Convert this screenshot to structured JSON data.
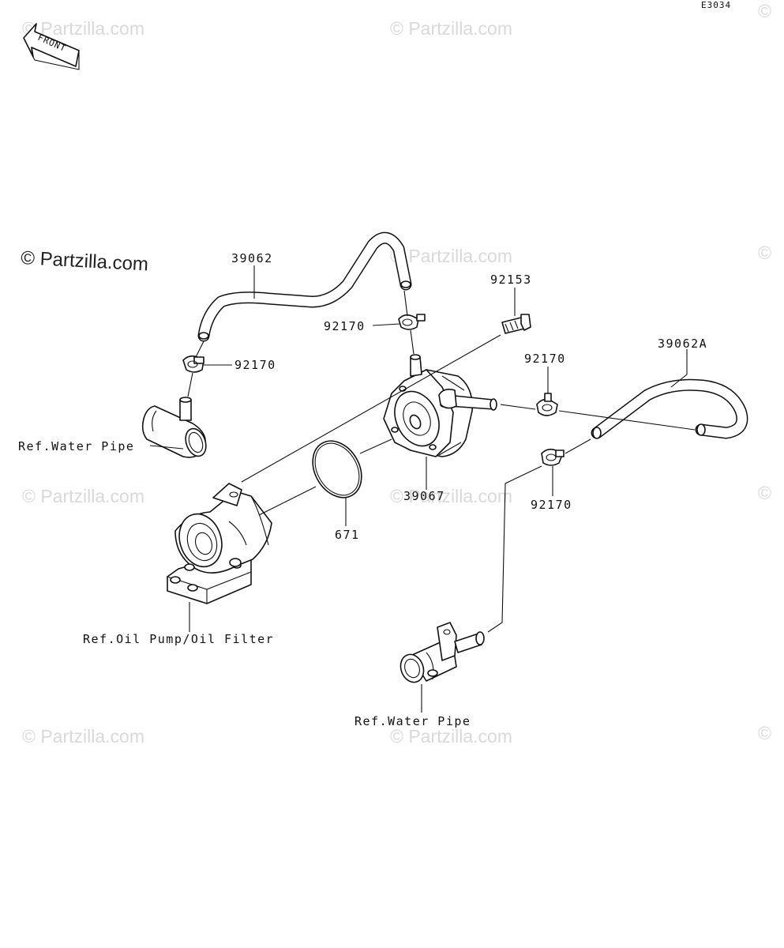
{
  "diagram_code": "E3034",
  "front_label": "FRONT",
  "copyright_main": "© Partzilla.com",
  "watermark_text": "© Partzilla.com",
  "parts": {
    "hose_39062": "39062",
    "hose_39062a": "39062A",
    "bolt_92153": "92153",
    "clamp_92170_a": "92170",
    "clamp_92170_b": "92170",
    "clamp_92170_c": "92170",
    "clamp_92170_d": "92170",
    "cooler_39067": "39067",
    "oring_671": "671"
  },
  "refs": {
    "water_pipe_left": "Ref.Water Pipe",
    "water_pipe_bottom": "Ref.Water Pipe",
    "oil_pump": "Ref.Oil Pump/Oil Filter"
  },
  "colors": {
    "line": "#111111",
    "watermark": "#d9d9d9"
  }
}
